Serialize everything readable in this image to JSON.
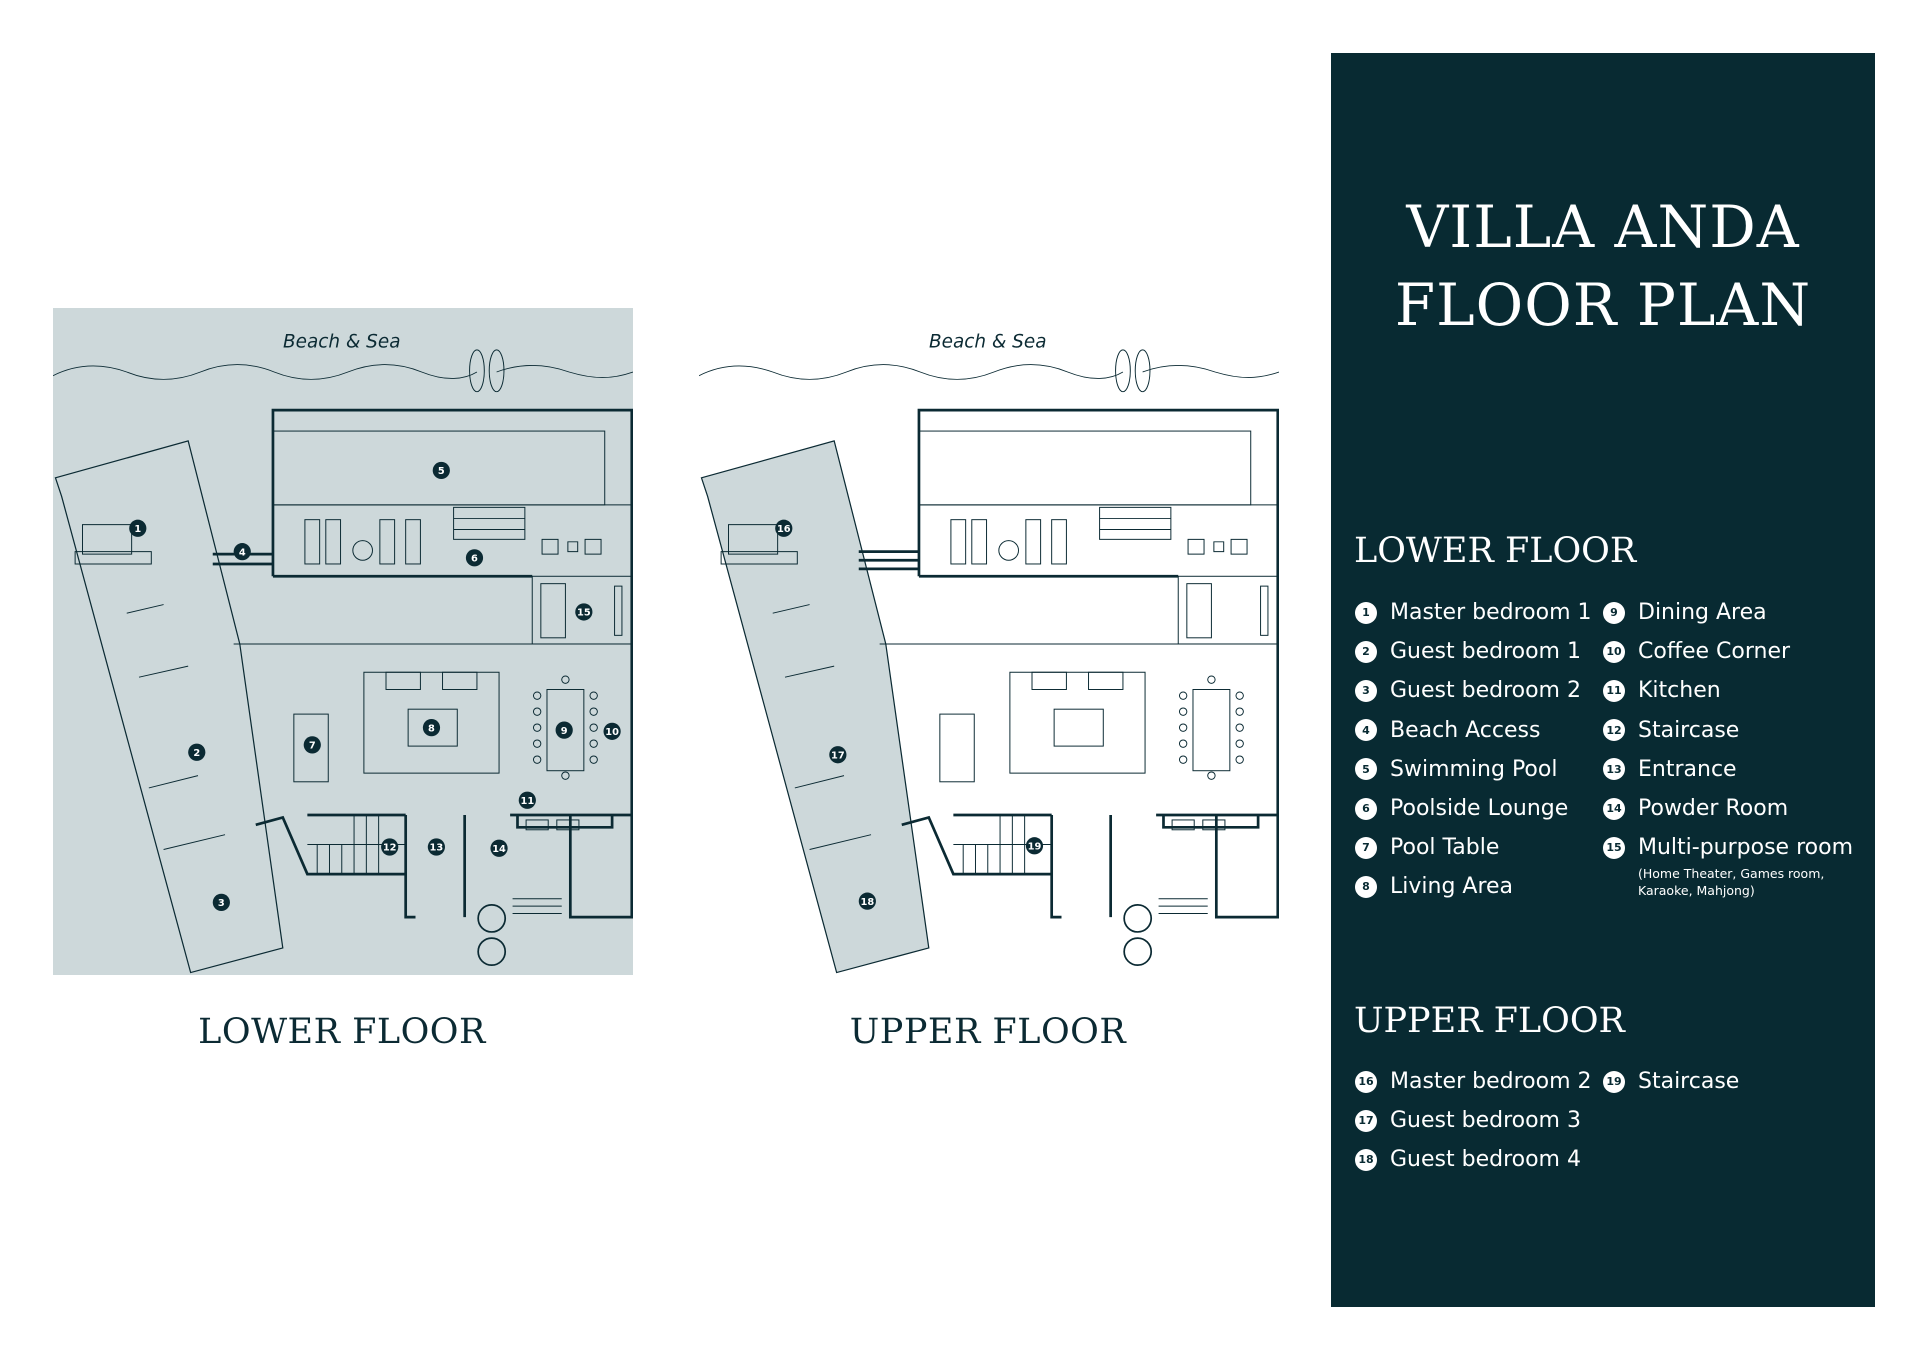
{
  "title": {
    "line1": "VILLA ANDA",
    "line2": "FLOOR PLAN"
  },
  "plans": {
    "lower": {
      "caption": "LOWER FLOOR",
      "sea_label": "Beach & Sea",
      "markers": [
        "1",
        "2",
        "3",
        "4",
        "5",
        "6",
        "7",
        "8",
        "9",
        "10",
        "11",
        "12",
        "13",
        "14",
        "15"
      ]
    },
    "upper": {
      "caption": "UPPER FLOOR",
      "sea_label": "Beach & Sea",
      "markers": [
        "16",
        "17",
        "18",
        "19"
      ]
    }
  },
  "legend": {
    "lower_heading": "LOWER FLOOR",
    "lower_items": [
      {
        "n": "1",
        "label": "Master bedroom 1"
      },
      {
        "n": "2",
        "label": "Guest bedroom 1"
      },
      {
        "n": "3",
        "label": "Guest bedroom 2"
      },
      {
        "n": "4",
        "label": "Beach Access"
      },
      {
        "n": "5",
        "label": "Swimming Pool"
      },
      {
        "n": "6",
        "label": "Poolside Lounge"
      },
      {
        "n": "7",
        "label": "Pool Table"
      },
      {
        "n": "8",
        "label": "Living Area"
      },
      {
        "n": "9",
        "label": "Dining Area"
      },
      {
        "n": "10",
        "label": "Coffee Corner"
      },
      {
        "n": "11",
        "label": "Kitchen"
      },
      {
        "n": "12",
        "label": "Staircase"
      },
      {
        "n": "13",
        "label": "Entrance"
      },
      {
        "n": "14",
        "label": "Powder Room"
      },
      {
        "n": "15",
        "label": "Multi-purpose room"
      }
    ],
    "multi_purpose_note_1": "(Home Theater, Games room,",
    "multi_purpose_note_2": "Karaoke, Mahjong)",
    "upper_heading": "UPPER FLOOR",
    "upper_items": [
      {
        "n": "16",
        "label": "Master bedroom 2"
      },
      {
        "n": "17",
        "label": "Guest bedroom 3"
      },
      {
        "n": "18",
        "label": "Guest bedroom 4"
      },
      {
        "n": "19",
        "label": "Staircase"
      }
    ]
  },
  "colors": {
    "panel": "#082a32",
    "plan_fill": "#cdd8da",
    "ink": "#0b2a33"
  }
}
